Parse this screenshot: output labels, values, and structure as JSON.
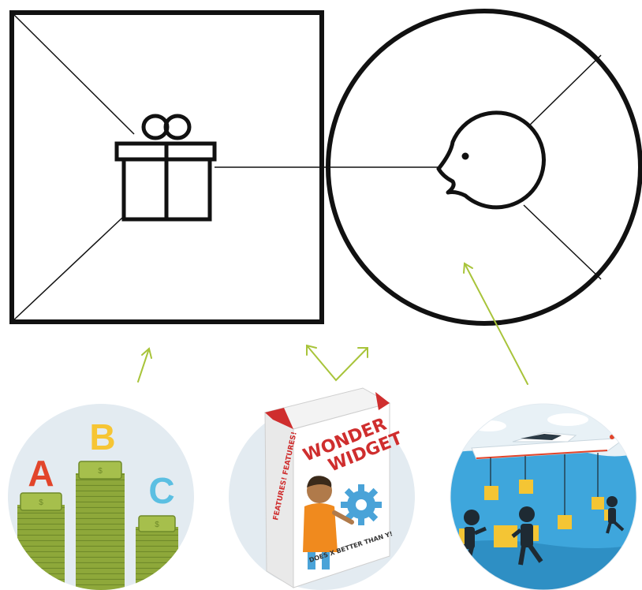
{
  "colors": {
    "line": "#111111",
    "arrow": "#a8c43a",
    "money_green": "#8ea83a",
    "money_dark": "#6f8a2a",
    "letter_a": "#e2452b",
    "letter_b": "#f6c534",
    "letter_c": "#5bbfe2",
    "badge_bg": "#e3ebf1",
    "ocean": "#3ea6dc",
    "box_red": "#cf2e2e"
  },
  "icons": {
    "product": "gift-icon",
    "customer": "face-icon"
  },
  "illustrations": {
    "pricing": {
      "labels": [
        "A",
        "B",
        "C"
      ]
    },
    "widget": {
      "title_line1": "WONDER",
      "title_line2": "WIDGET",
      "side_text": "FEATURES! FEATURES!",
      "tagline": "DOES X BETTER THAN Y!"
    },
    "divers": {}
  }
}
